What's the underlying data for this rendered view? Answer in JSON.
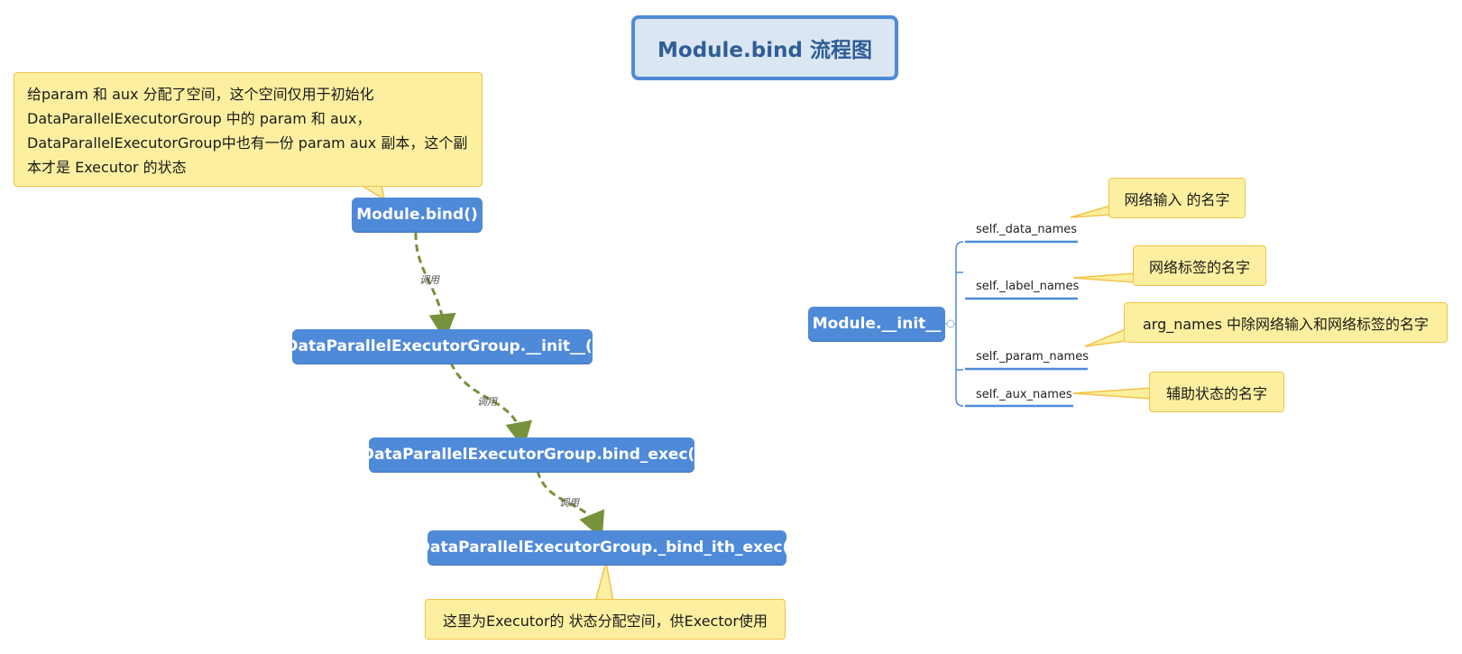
{
  "title": "Module.bind 流程图",
  "flow": {
    "nodes": [
      "Module.bind()",
      "DataParallelExecutorGroup.__init__()",
      "DataParallelExecutorGroup.bind_exec()",
      "DataParallelExecutorGroup._bind_ith_exec()"
    ],
    "edge_label": "调用",
    "top_note": [
      "给param 和 aux 分配了空间，这个空间仅用于初始化",
      "DataParallelExecutorGroup 中的 param 和 aux，",
      "DataParallelExecutorGroup中也有一份 param aux 副本，这个副",
      "本才是 Executor 的状态"
    ],
    "bottom_note": "这里为Executor的 状态分配空间，供Exector使用"
  },
  "init": {
    "node": "Module.__init__",
    "fields": [
      {
        "name": "self._data_names",
        "note": "网络输入 的名字"
      },
      {
        "name": "self._label_names",
        "note": "网络标签的名字"
      },
      {
        "name": "self._param_names",
        "note": "arg_names 中除网络输入和网络标签的名字"
      },
      {
        "name": "self._aux_names",
        "note": "辅助状态的名字"
      }
    ]
  },
  "colors": {
    "node": "#4f8ad8",
    "title_bg": "#dbe6f3",
    "note_bg": "#fcf0a0",
    "note_border": "#f2c24a",
    "edge": "#76923c"
  }
}
